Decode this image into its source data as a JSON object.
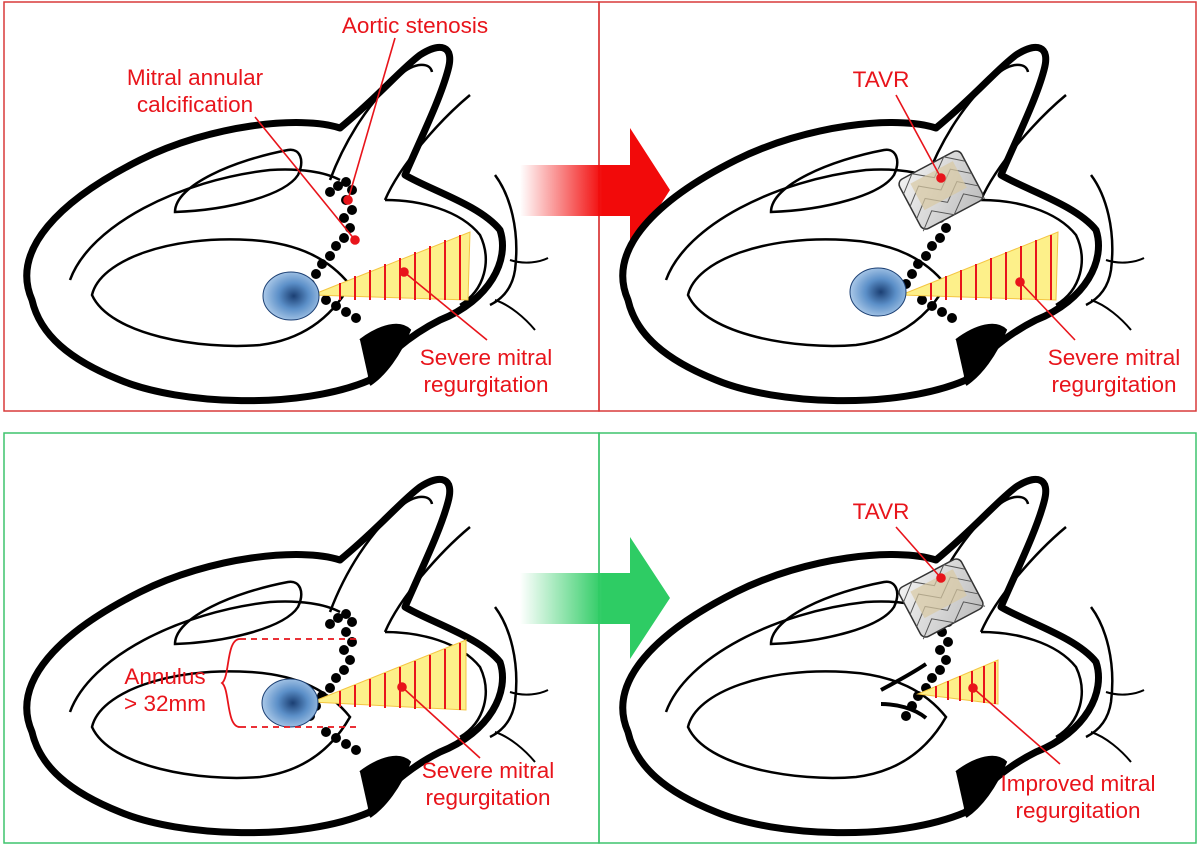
{
  "colors": {
    "label_red": "#e8141b",
    "top_frame": "#d93a3a",
    "bottom_frame": "#3ec46d",
    "arrow_red": "#f20a0a",
    "arrow_green": "#2ecc64",
    "heart_outline": "#000000",
    "jet_yellow": "#fdf08a",
    "jet_red": "#e8141b",
    "chamber_blue": "#5b8fc8"
  },
  "icons": {
    "arrow": "right-arrow-icon",
    "heart": "heart-cross-section-icon",
    "valve": "tavr-valve-icon"
  },
  "panels": {
    "top_left": {
      "aortic_stenosis": "Aortic stenosis",
      "mac_line1": "Mitral annular",
      "mac_line2": "calcification",
      "mr_line1": "Severe mitral",
      "mr_line2": "regurgitation"
    },
    "top_right": {
      "tavr": "TAVR",
      "mr_line1": "Severe mitral",
      "mr_line2": "regurgitation"
    },
    "bottom_left": {
      "annulus_line1": "Annulus",
      "annulus_line2": "> 32mm",
      "mr_line1": "Severe mitral",
      "mr_line2": "regurgitation"
    },
    "bottom_right": {
      "tavr": "TAVR",
      "mr_line1": "Improved mitral",
      "mr_line2": "regurgitation"
    }
  }
}
